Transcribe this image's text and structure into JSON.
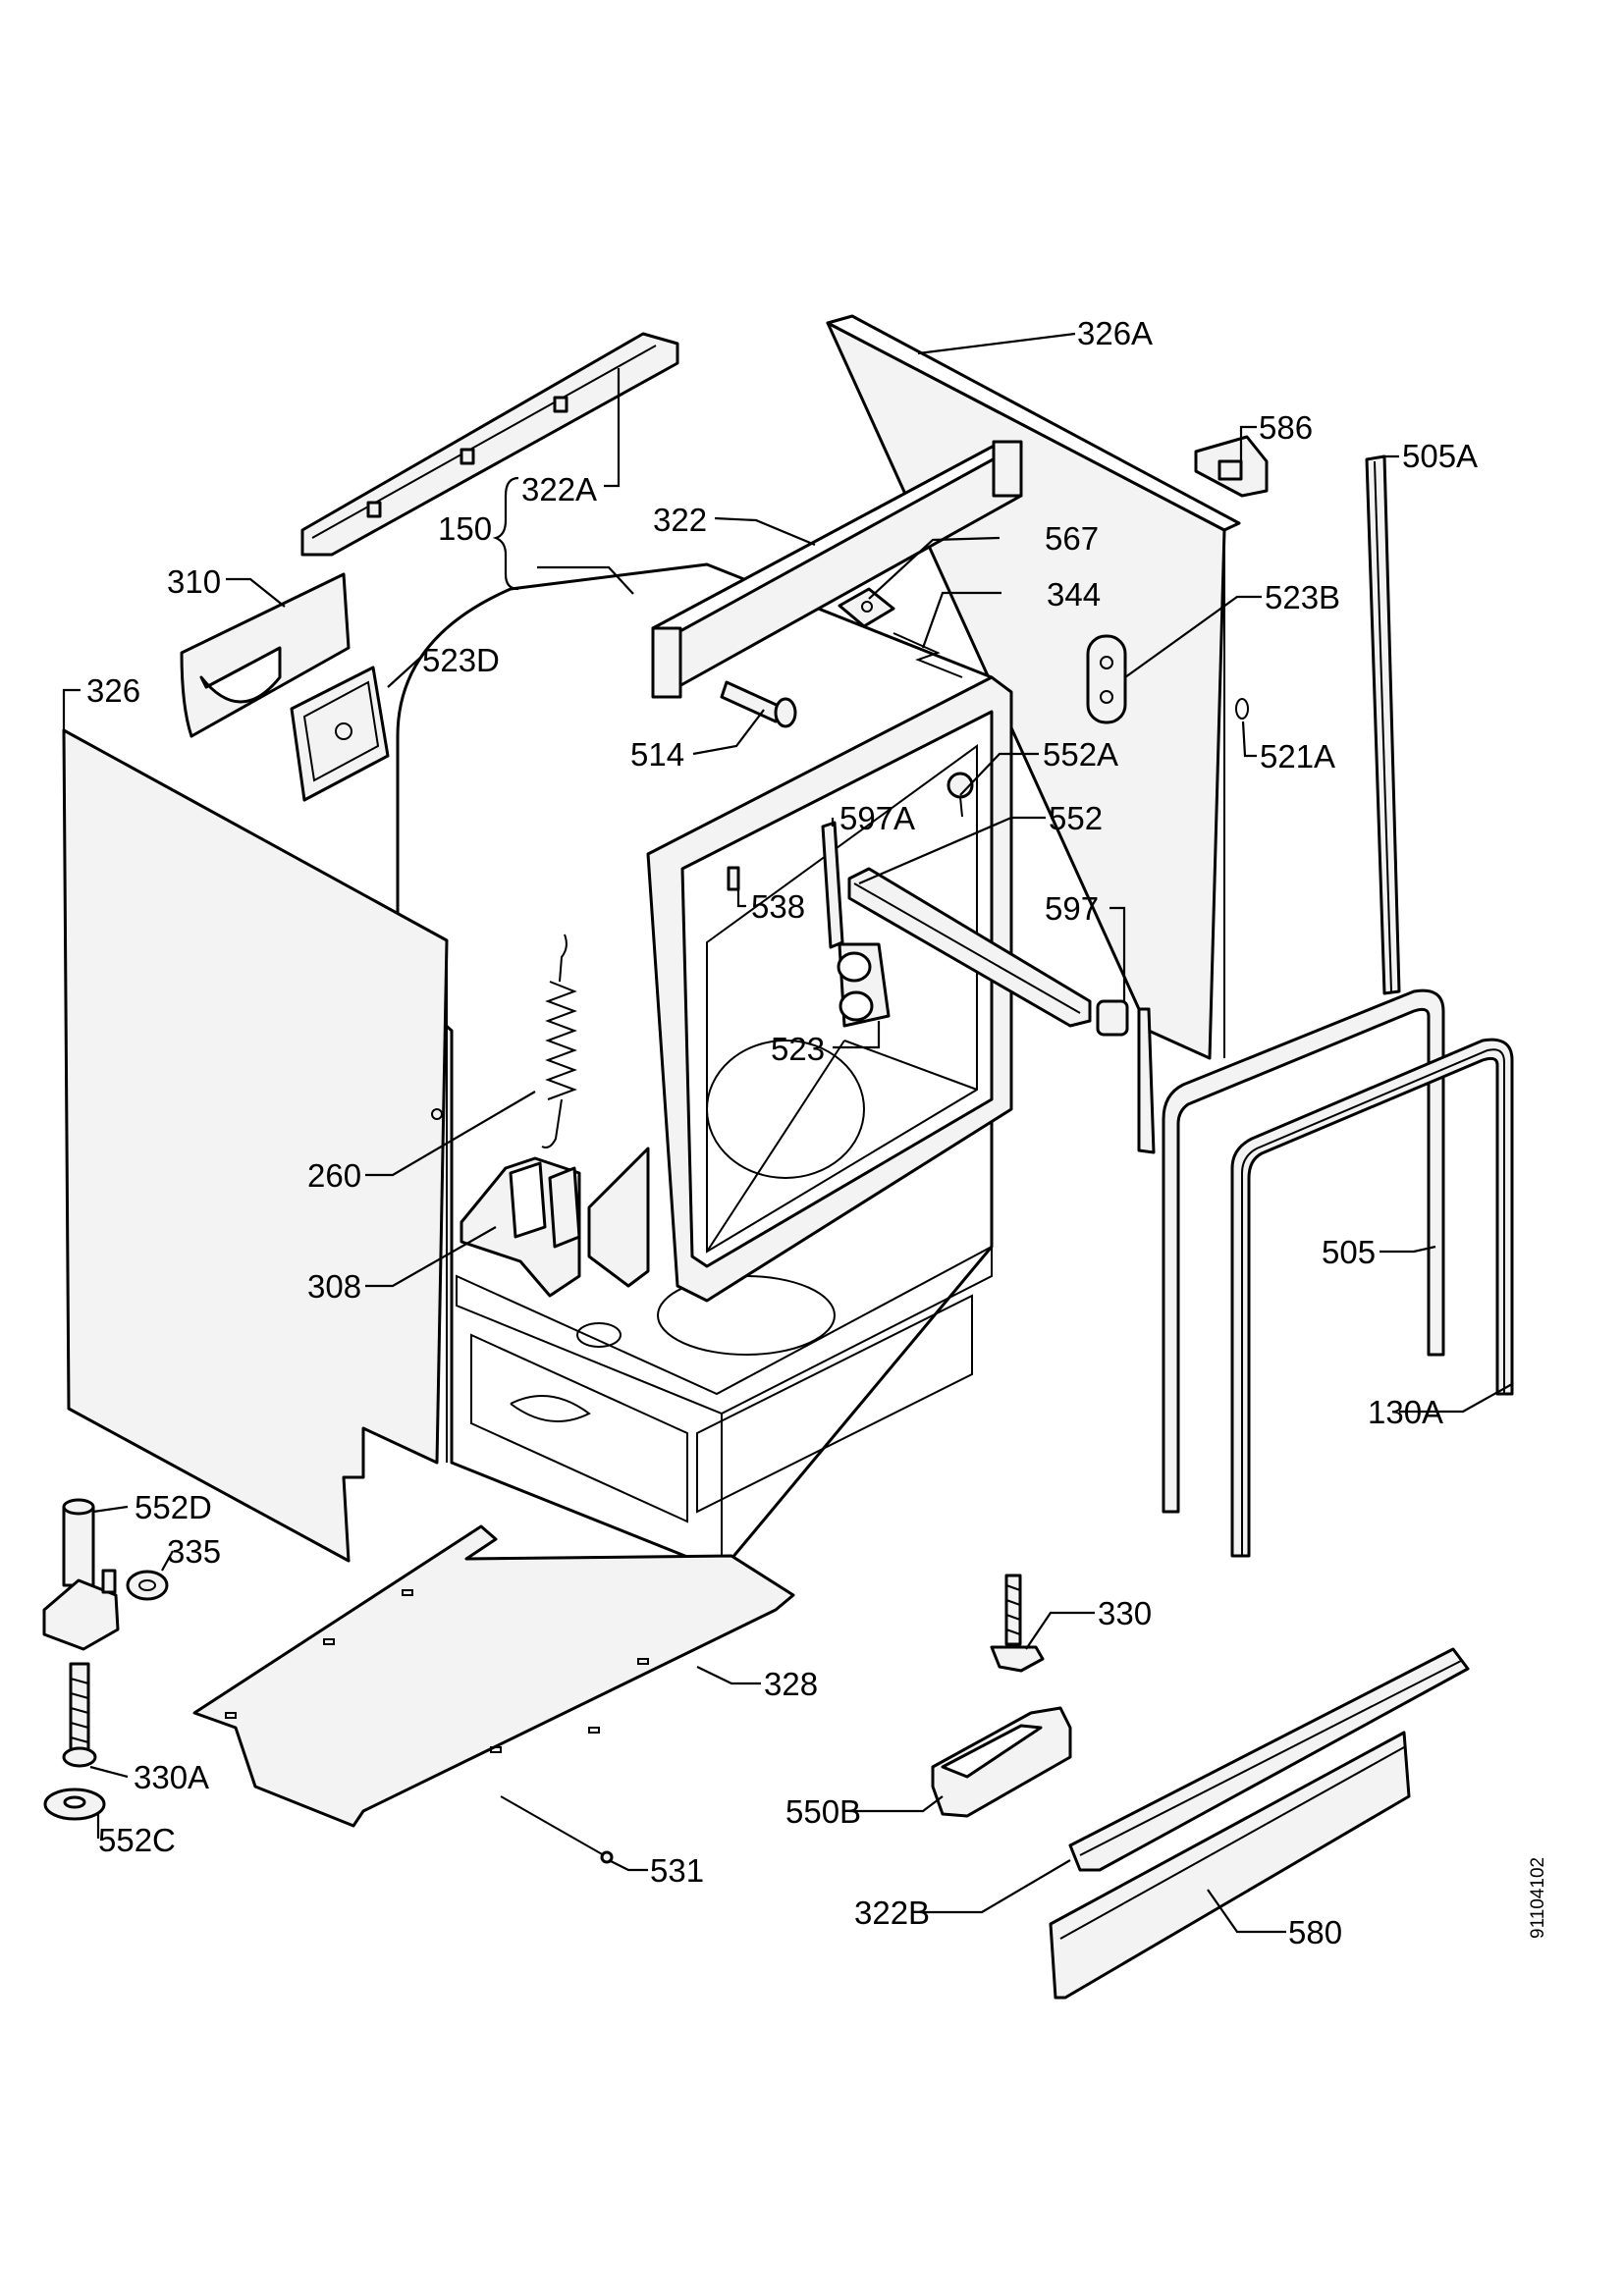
{
  "labels": {
    "l326A": "326A",
    "l586": "586",
    "l505A": "505A",
    "l322A": "322A",
    "l150": "150",
    "l322": "322",
    "l567": "567",
    "l344": "344",
    "l523B": "523B",
    "l310": "310",
    "l523D": "523D",
    "l326": "326",
    "l514": "514",
    "l552A": "552A",
    "l521A": "521A",
    "l597A": "597A",
    "l552": "552",
    "l538": "538",
    "l597": "597",
    "l523": "523",
    "l260": "260",
    "l308": "308",
    "l505": "505",
    "l130A": "130A",
    "l552D": "552D",
    "l335": "335",
    "l330": "330",
    "l328": "328",
    "l330A": "330A",
    "l550B": "550B",
    "l552C": "552C",
    "l531": "531",
    "l322B": "322B",
    "l580": "580"
  },
  "drawing_code": "91104102"
}
